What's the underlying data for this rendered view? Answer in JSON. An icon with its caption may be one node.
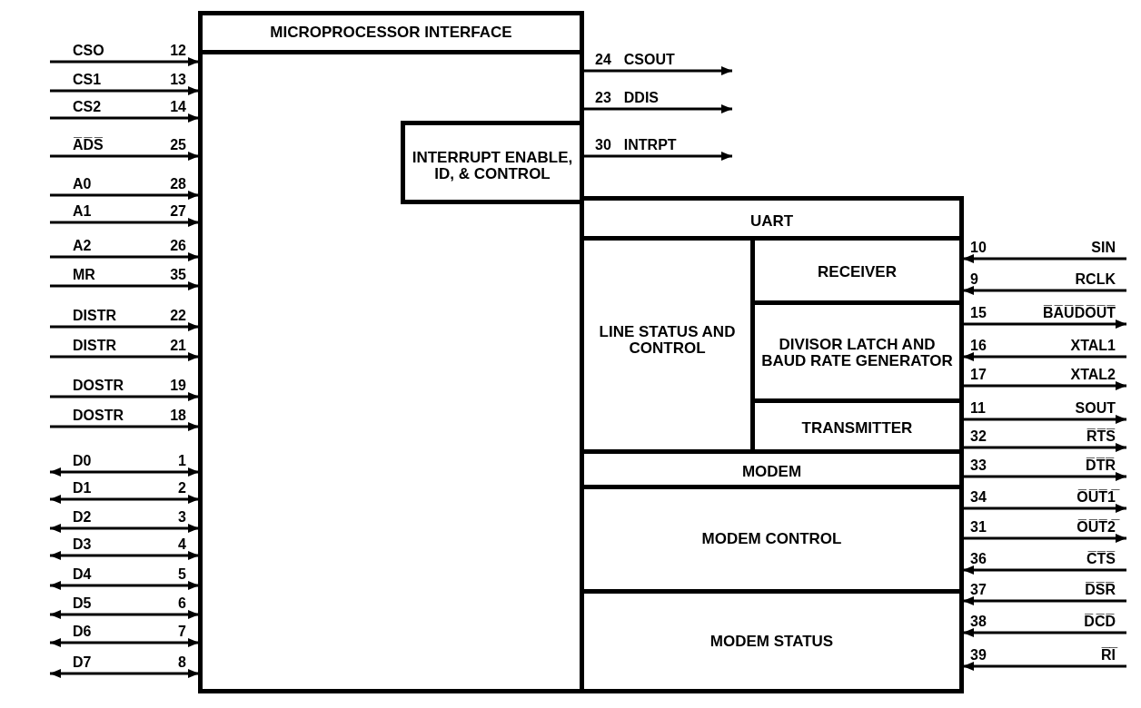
{
  "diagram": {
    "nodes": [
      {
        "text": [
          "MICROPROCESSOR INTERFACE"
        ]
      },
      {
        "text": [
          "INTERRUPT ENABLE, ID, & CONTROL"
        ],
        "in": 0
      },
      {
        "text": [
          "UART"
        ]
      },
      {
        "text": [
          "LINE STATUS AND CONTROL"
        ],
        "in": 2
      },
      {
        "text": [
          "RECEIVER"
        ],
        "in": 2
      },
      {
        "text": [
          "DIVISOR LATCH AND BAUD RATE GENERATOR"
        ],
        "in": 2
      },
      {
        "text": [
          "TRANSMITTER"
        ],
        "in": 2
      },
      {
        "text": [
          "MODEM"
        ]
      },
      {
        "text": [
          "MODEM CONTROL"
        ],
        "in": 7
      },
      {
        "text": [
          "MODEM STATUS"
        ],
        "in": 7
      }
    ],
    "edges": [
      {
        "from": null,
        "to": 0,
        "arrow": "to",
        "label": "CSO 12"
      },
      {
        "from": null,
        "to": 0,
        "arrow": "to",
        "label": "CS1 13"
      },
      {
        "from": null,
        "to": 0,
        "arrow": "to",
        "label": "CS2 14"
      },
      {
        "from": null,
        "to": 0,
        "arrow": "to",
        "label": "A̅D̅S̅ 25"
      },
      {
        "from": null,
        "to": 0,
        "arrow": "to",
        "label": "A0 28"
      },
      {
        "from": null,
        "to": 0,
        "arrow": "to",
        "label": "A1 27"
      },
      {
        "from": null,
        "to": 0,
        "arrow": "to",
        "label": "A2 26"
      },
      {
        "from": null,
        "to": 0,
        "arrow": "to",
        "label": "MR 35"
      },
      {
        "from": null,
        "to": 0,
        "arrow": "to",
        "label": "DISTR 22"
      },
      {
        "from": null,
        "to": 0,
        "arrow": "to",
        "label": "DISTR 21"
      },
      {
        "from": null,
        "to": 0,
        "arrow": "to",
        "label": "DOSTR 19"
      },
      {
        "from": null,
        "to": 0,
        "arrow": "to",
        "label": "DOSTR 18"
      },
      {
        "from": null,
        "to": 0,
        "arrow": "both",
        "label": "D0 1"
      },
      {
        "from": null,
        "to": 0,
        "arrow": "both",
        "label": "D1 2"
      },
      {
        "from": null,
        "to": 0,
        "arrow": "both",
        "label": "D2 3"
      },
      {
        "from": null,
        "to": 0,
        "arrow": "both",
        "label": "D3 4"
      },
      {
        "from": null,
        "to": 0,
        "arrow": "both",
        "label": "D4 5"
      },
      {
        "from": null,
        "to": 0,
        "arrow": "both",
        "label": "D5 6"
      },
      {
        "from": null,
        "to": 0,
        "arrow": "both",
        "label": "D6 7"
      },
      {
        "from": null,
        "to": 0,
        "arrow": "both",
        "label": "D7 8"
      },
      {
        "from": 0,
        "to": null,
        "arrow": "to",
        "label": "24 CSOUT"
      },
      {
        "from": 0,
        "to": null,
        "arrow": "to",
        "label": "23 DDIS"
      },
      {
        "from": 1,
        "to": null,
        "arrow": "to",
        "label": "30 INTRPT"
      },
      {
        "from": null,
        "to": 4,
        "arrow": "to",
        "label": "10 SIN"
      },
      {
        "from": null,
        "to": 4,
        "arrow": "to",
        "label": "9 RCLK"
      },
      {
        "from": 5,
        "to": null,
        "arrow": "to",
        "label": "15 B̅A̅U̅D̅O̅U̅T̅"
      },
      {
        "from": null,
        "to": 5,
        "arrow": "to",
        "label": "16 XTAL1"
      },
      {
        "from": 5,
        "to": null,
        "arrow": "to",
        "label": "17 XTAL2"
      },
      {
        "from": 6,
        "to": null,
        "arrow": "to",
        "label": "11 SOUT"
      },
      {
        "from": 8,
        "to": null,
        "arrow": "to",
        "label": "32 R̅T̅S̅"
      },
      {
        "from": 8,
        "to": null,
        "arrow": "to",
        "label": "33 D̅T̅R̅"
      },
      {
        "from": 8,
        "to": null,
        "arrow": "to",
        "label": "34 O̅U̅T̅1̅"
      },
      {
        "from": 8,
        "to": null,
        "arrow": "to",
        "label": "31 O̅U̅T̅2̅"
      },
      {
        "from": null,
        "to": 9,
        "arrow": "to",
        "label": "36 C̅T̅S̅"
      },
      {
        "from": null,
        "to": 9,
        "arrow": "to",
        "label": "37 D̅S̅R̅"
      },
      {
        "from": null,
        "to": 9,
        "arrow": "to",
        "label": "38 D̅C̅D̅"
      },
      {
        "from": null,
        "to": 9,
        "arrow": "to",
        "label": "39 R̅I̅"
      }
    ]
  }
}
